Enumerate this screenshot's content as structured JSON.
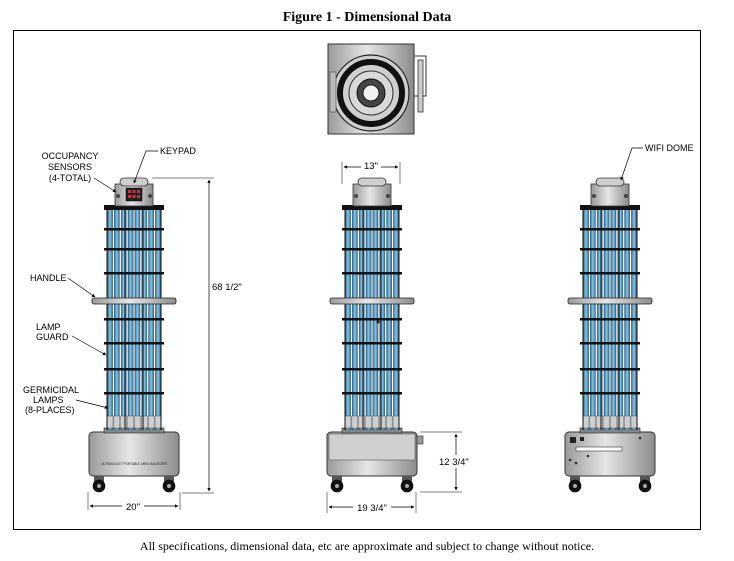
{
  "figure_title": "Figure 1 - Dimensional Data",
  "footer_note": "All specifications, dimensional data, etc are approximate and subject to change without notice.",
  "callouts": {
    "occupancy_sensors": [
      "OCCUPANCY",
      "SENSORS",
      "(4-TOTAL)"
    ],
    "keypad": "KEYPAD",
    "handle": "HANDLE",
    "lamp_guard": [
      "LAMP",
      "GUARD"
    ],
    "germicidal_lamps": [
      "GERMICIDAL",
      "LAMPS",
      "(8-PLACES)"
    ],
    "wifi_dome": "WIFI DOME"
  },
  "dimensions": {
    "height": "68 1/2\"",
    "base_width": "20\"",
    "top_diameter": "13\"",
    "base_height": "12 3/4\"",
    "base_depth": "19 3/4\""
  },
  "base_label": "ULTRAVIOLET PORTABLE AREA SANITIZER",
  "colors": {
    "lamp_blue": "#5aa0c8",
    "metal_gray": "#bdbdbd",
    "dark": "#1a1a1a"
  }
}
